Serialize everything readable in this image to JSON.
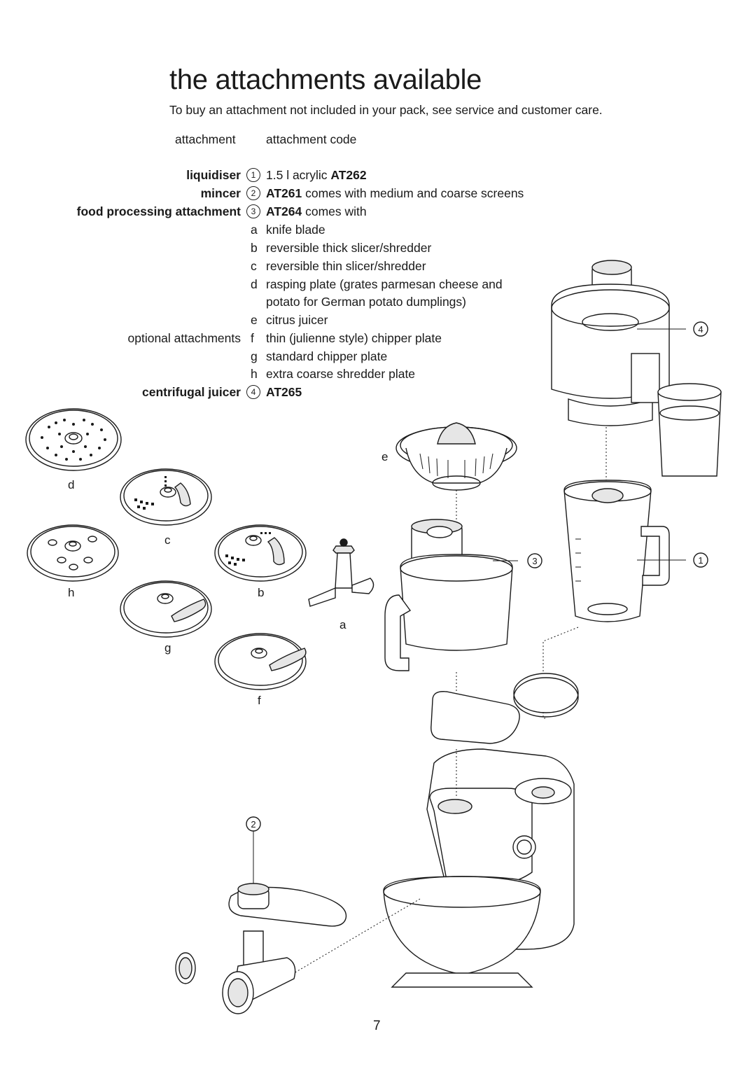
{
  "page": {
    "title": "the attachments available",
    "intro": "To buy an attachment not included in your pack, see service and customer care.",
    "col_attachment": "attachment",
    "col_code": "attachment code",
    "page_number": "7"
  },
  "items": [
    {
      "label": "liquidiser",
      "num": "1",
      "code": "AT262",
      "pre": "1.5 l acrylic ",
      "post": ""
    },
    {
      "label": "mincer",
      "num": "2",
      "code": "AT261",
      "pre": "",
      "post": " comes with medium and coarse screens"
    },
    {
      "label": "food processing attachment",
      "num": "3",
      "code": "AT264",
      "pre": "",
      "post": " comes with"
    }
  ],
  "subitems": [
    {
      "letter": "a",
      "text": "knife blade"
    },
    {
      "letter": "b",
      "text": "reversible thick slicer/shredder"
    },
    {
      "letter": "c",
      "text": "reversible thin slicer/shredder"
    },
    {
      "letter": "d",
      "text": "rasping plate (grates parmesan cheese and"
    },
    {
      "letter": "",
      "text": "potato for German potato dumplings)"
    },
    {
      "letter": "e",
      "text": "citrus juicer"
    },
    {
      "letter": "f",
      "text": "thin (julienne style) chipper plate"
    },
    {
      "letter": "g",
      "text": "standard chipper plate"
    },
    {
      "letter": "h",
      "text": "extra coarse shredder plate"
    }
  ],
  "optional_label": "optional attachments",
  "juicer": {
    "label": "centrifugal juicer",
    "num": "4",
    "code": "AT265"
  },
  "figure_labels": {
    "d": "d",
    "c": "c",
    "h": "h",
    "b": "b",
    "g": "g",
    "f": "f",
    "a": "a",
    "e": "e",
    "n1": "1",
    "n2": "2",
    "n3": "3",
    "n4": "4"
  },
  "colors": {
    "ink": "#1a1a1a",
    "part_fill": "#ffffff",
    "shade": "#e6e6e6"
  }
}
